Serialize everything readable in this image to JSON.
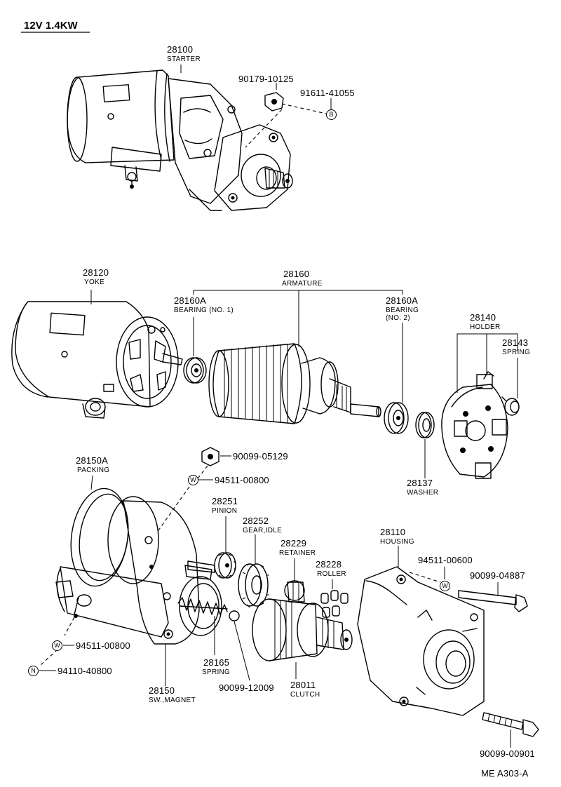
{
  "header": {
    "title": "12V  1.4KW"
  },
  "diagram_code": "ME A303-A",
  "parts": [
    {
      "id": "starter",
      "number": "28100",
      "name": "STARTER"
    },
    {
      "id": "nut-top",
      "number": "90179-10125",
      "name": ""
    },
    {
      "id": "bolt-b",
      "number": "91611-41055",
      "name": "",
      "symbol": "B"
    },
    {
      "id": "yoke",
      "number": "28120",
      "name": "YOKE"
    },
    {
      "id": "armature",
      "number": "28160",
      "name": "ARMATURE"
    },
    {
      "id": "bearing-1",
      "number": "28160A",
      "name": "BEARING (NO. 1)"
    },
    {
      "id": "bearing-2",
      "number": "28160A",
      "name": "BEARING\n(NO. 2)"
    },
    {
      "id": "holder",
      "number": "28140",
      "name": "HOLDER"
    },
    {
      "id": "spring-brush",
      "number": "28143",
      "name": "SPRING"
    },
    {
      "id": "washer",
      "number": "28137",
      "name": "WASHER"
    },
    {
      "id": "nut-mid",
      "number": "90099-05129",
      "name": ""
    },
    {
      "id": "washer-mid",
      "number": "94511-00800",
      "name": "",
      "symbol": "W"
    },
    {
      "id": "packing",
      "number": "28150A",
      "name": "PACKING"
    },
    {
      "id": "pinion",
      "number": "28251",
      "name": "PINION"
    },
    {
      "id": "gear-idle",
      "number": "28252",
      "name": "GEAR,IDLE"
    },
    {
      "id": "retainer",
      "number": "28229",
      "name": "RETAINER"
    },
    {
      "id": "roller",
      "number": "28228",
      "name": "ROLLER"
    },
    {
      "id": "housing",
      "number": "28110",
      "name": "HOUSING"
    },
    {
      "id": "washer-housing",
      "number": "94511-00600",
      "name": "",
      "symbol": "W"
    },
    {
      "id": "bolt-through",
      "number": "90099-04887",
      "name": ""
    },
    {
      "id": "washer-bottom",
      "number": "94511-00800",
      "name": "",
      "symbol": "W"
    },
    {
      "id": "nut-bottom",
      "number": "94110-40800",
      "name": "",
      "symbol": "N"
    },
    {
      "id": "spring-magnet",
      "number": "28165",
      "name": "SPRING"
    },
    {
      "id": "ball",
      "number": "90099-12009",
      "name": ""
    },
    {
      "id": "clutch",
      "number": "28011",
      "name": "CLUTCH"
    },
    {
      "id": "magnet-switch",
      "number": "28150",
      "name": "SW.,MAGNET"
    },
    {
      "id": "bolt-bottom",
      "number": "90099-00901",
      "name": ""
    }
  ]
}
